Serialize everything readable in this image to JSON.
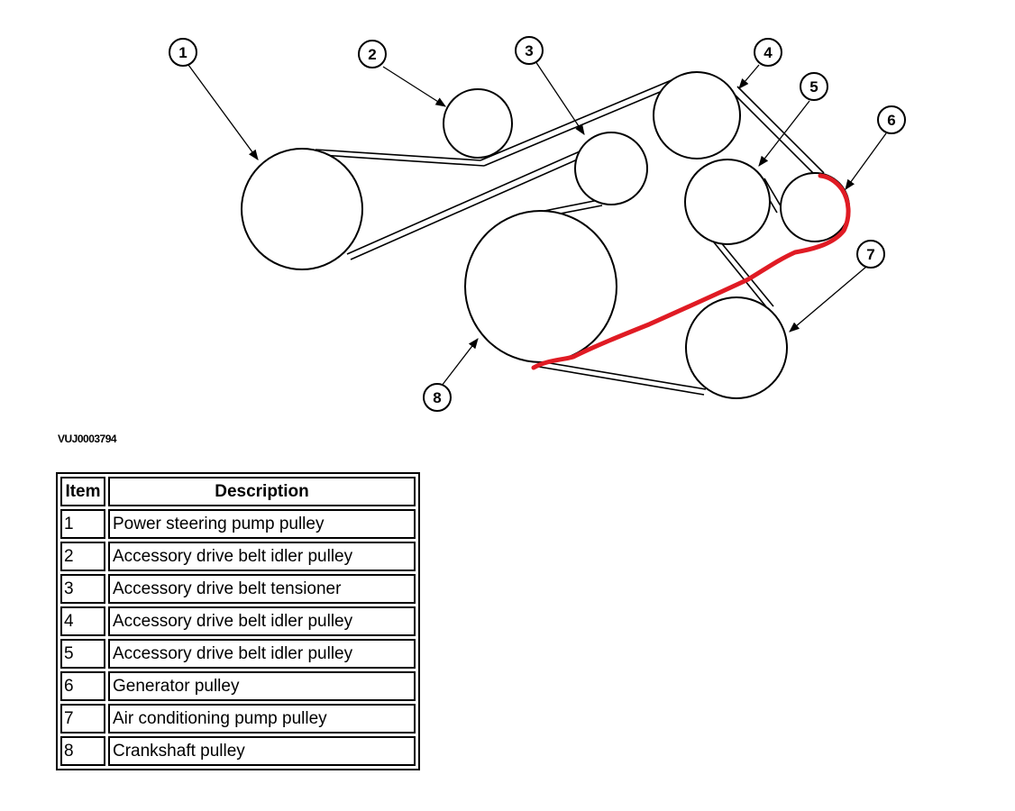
{
  "diagram": {
    "colors": {
      "line": "#000000",
      "belt_highlight": "#e01b24"
    },
    "callouts": [
      {
        "label": "1"
      },
      {
        "label": "2"
      },
      {
        "label": "3"
      },
      {
        "label": "4"
      },
      {
        "label": "5"
      },
      {
        "label": "6"
      },
      {
        "label": "7"
      },
      {
        "label": "8"
      }
    ],
    "figure_id": "VUJ0003794"
  },
  "table": {
    "headers": {
      "item": "Item",
      "description": "Description"
    },
    "rows": [
      {
        "item": "1",
        "description": "Power steering pump pulley"
      },
      {
        "item": "2",
        "description": "Accessory drive belt idler pulley"
      },
      {
        "item": "3",
        "description": "Accessory drive belt tensioner"
      },
      {
        "item": "4",
        "description": "Accessory drive belt idler pulley"
      },
      {
        "item": "5",
        "description": "Accessory drive belt idler pulley"
      },
      {
        "item": "6",
        "description": "Generator pulley"
      },
      {
        "item": "7",
        "description": "Air conditioning pump pulley"
      },
      {
        "item": "8",
        "description": "Crankshaft pulley"
      }
    ]
  }
}
